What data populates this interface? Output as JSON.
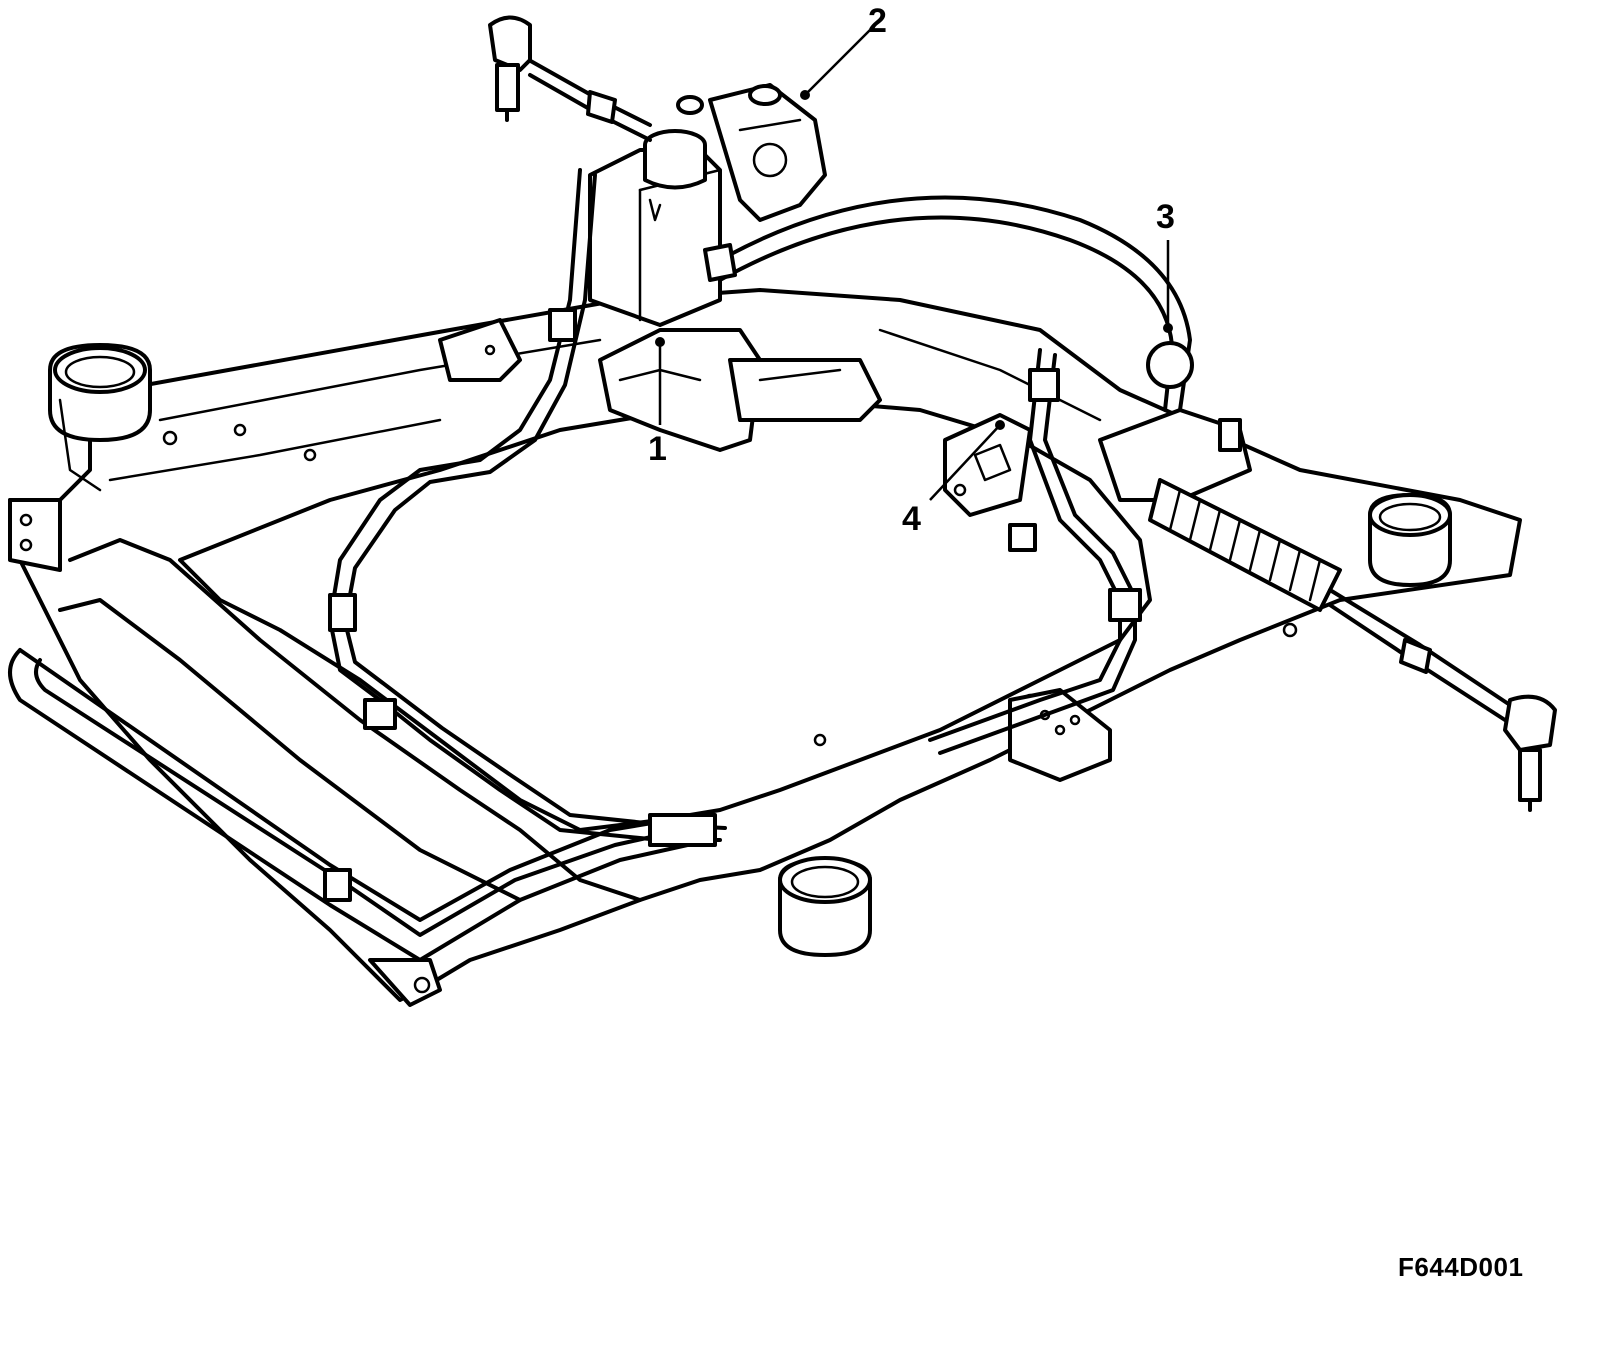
{
  "figure": {
    "code": "F644D001"
  },
  "callouts": [
    {
      "id": "1",
      "label": "1"
    },
    {
      "id": "2",
      "label": "2"
    },
    {
      "id": "3",
      "label": "3"
    },
    {
      "id": "4",
      "label": "4"
    }
  ],
  "colors": {
    "line": "#000000",
    "background": "#ffffff"
  }
}
